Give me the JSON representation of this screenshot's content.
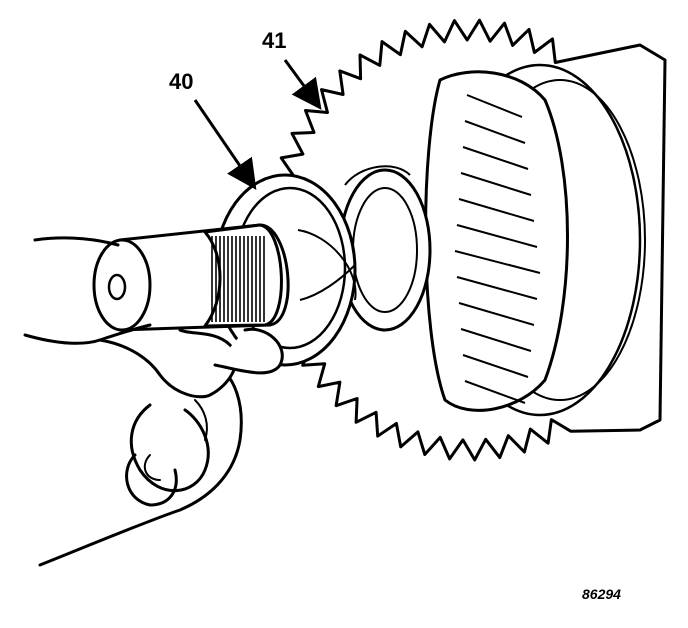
{
  "callouts": {
    "washer": "40",
    "gear": "41"
  },
  "figure_number": "86294",
  "colors": {
    "ink": "#000000",
    "paper": "#ffffff"
  }
}
